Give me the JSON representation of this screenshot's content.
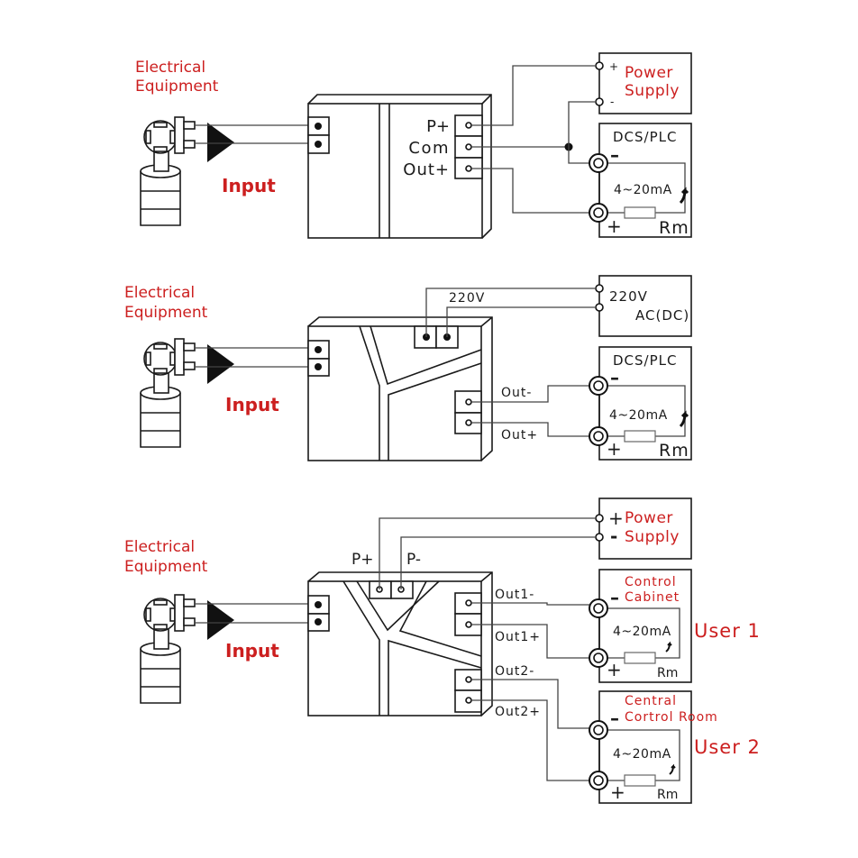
{
  "colors": {
    "accent_red": "#cc1f1f",
    "line": "#1a1a1a",
    "wire": "#444444",
    "background": "#ffffff"
  },
  "diagrams": [
    {
      "device_label": [
        "Electrical",
        "Equipment"
      ],
      "input_label": "Input",
      "module_terminals": [
        "P+",
        "Com",
        "Out+"
      ],
      "power": {
        "plus": "+",
        "minus": "-",
        "label": [
          "Power",
          "Supply"
        ]
      },
      "receiver": {
        "title": "DCS/PLC",
        "minus": "–",
        "plus": "+",
        "current": "4~20mA",
        "resistor": "Rm"
      }
    },
    {
      "device_label": [
        "Electrical",
        "Equipment"
      ],
      "input_label": "Input",
      "supply_wire_label": "220V",
      "output_labels": [
        "Out-",
        "Out+"
      ],
      "power": {
        "label": [
          "220V",
          "AC(DC)"
        ]
      },
      "receiver": {
        "title": "DCS/PLC",
        "minus": "–",
        "plus": "+",
        "current": "4~20mA",
        "resistor": "Rm"
      }
    },
    {
      "device_label": [
        "Electrical",
        "Equipment"
      ],
      "input_label": "Input",
      "top_terminals": [
        "P+",
        "P-"
      ],
      "output_labels": [
        "Out1-",
        "Out1+",
        "Out2-",
        "Out2+"
      ],
      "power": {
        "plus": "+",
        "minus": "-",
        "label": [
          "Power",
          "Supply"
        ]
      },
      "receivers": [
        {
          "title": [
            "Control",
            "Cabinet"
          ],
          "minus": "–",
          "plus": "+",
          "current": "4~20mA",
          "resistor": "Rm",
          "user": "User 1"
        },
        {
          "title": [
            "Central",
            "Cortrol Room"
          ],
          "minus": "–",
          "plus": "+",
          "current": "4~20mA",
          "resistor": "Rm",
          "user": "User 2"
        }
      ]
    }
  ]
}
